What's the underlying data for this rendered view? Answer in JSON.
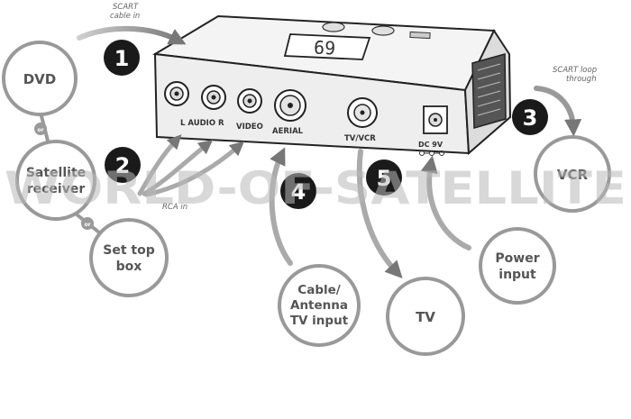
{
  "device": {
    "display": "69",
    "ports": {
      "audio": "L  AUDIO  R",
      "video": "VIDEO",
      "aerial": "AERIAL",
      "tvvcr": "TV/VCR",
      "dc": "DC 9V"
    }
  },
  "notes": {
    "scart_in": [
      "SCART",
      "cable in"
    ],
    "scart_loop": [
      "SCART loop",
      "through"
    ],
    "rca_in": "RCA in"
  },
  "steps": [
    "1",
    "2",
    "3",
    "4",
    "5"
  ],
  "devices": {
    "dvd": [
      "DVD"
    ],
    "or1": "or",
    "satellite": [
      "Satellite",
      "receiver"
    ],
    "or2": "or",
    "settop": [
      "Set top",
      "box"
    ],
    "vcr": [
      "VCR"
    ],
    "cable": [
      "Cable/",
      "Antenna",
      "TV input"
    ],
    "tv": [
      "TV"
    ],
    "power": [
      "Power",
      "input"
    ]
  },
  "watermark": "WORLD-OF-SATELLITE"
}
